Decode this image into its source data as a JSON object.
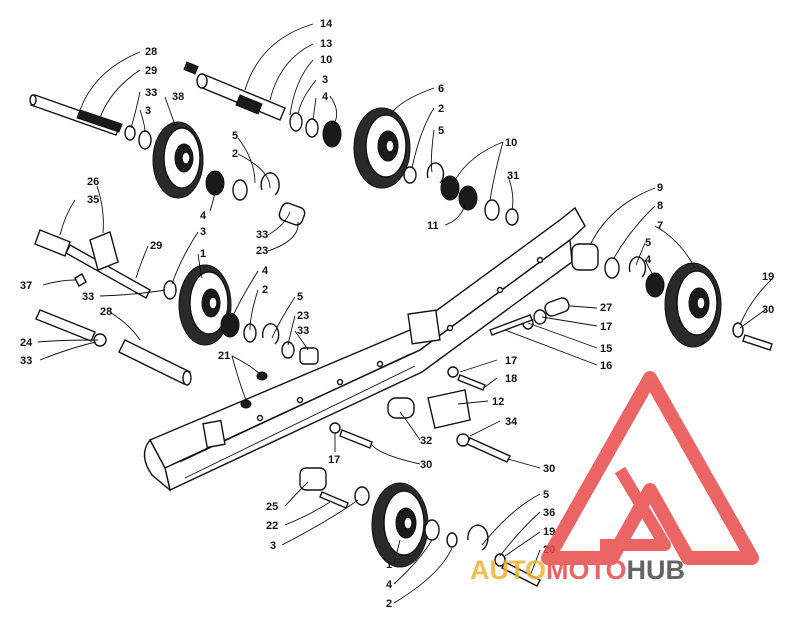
{
  "diagram": {
    "callouts": [
      {
        "id": "c28a",
        "label": "28"
      },
      {
        "id": "c29a",
        "label": "29"
      },
      {
        "id": "c33a",
        "label": "33"
      },
      {
        "id": "c3a",
        "label": "3"
      },
      {
        "id": "c38",
        "label": "38"
      },
      {
        "id": "c14",
        "label": "14"
      },
      {
        "id": "c13",
        "label": "13"
      },
      {
        "id": "c10a",
        "label": "10"
      },
      {
        "id": "c3b",
        "label": "3"
      },
      {
        "id": "c4a",
        "label": "4"
      },
      {
        "id": "c6",
        "label": "6"
      },
      {
        "id": "c2a",
        "label": "2"
      },
      {
        "id": "c5a",
        "label": "5"
      },
      {
        "id": "c10b",
        "label": "10"
      },
      {
        "id": "c5b",
        "label": "5"
      },
      {
        "id": "c2b",
        "label": "2"
      },
      {
        "id": "c4b",
        "label": "4"
      },
      {
        "id": "c31",
        "label": "31"
      },
      {
        "id": "c11",
        "label": "11"
      },
      {
        "id": "c9",
        "label": "9"
      },
      {
        "id": "c8",
        "label": "8"
      },
      {
        "id": "c7",
        "label": "7"
      },
      {
        "id": "c5c",
        "label": "5"
      },
      {
        "id": "c4c",
        "label": "4"
      },
      {
        "id": "c26",
        "label": "26"
      },
      {
        "id": "c35",
        "label": "35"
      },
      {
        "id": "c29b",
        "label": "29"
      },
      {
        "id": "c3c",
        "label": "3"
      },
      {
        "id": "c1a",
        "label": "1"
      },
      {
        "id": "c37",
        "label": "37"
      },
      {
        "id": "c33b",
        "label": "33"
      },
      {
        "id": "c33c",
        "label": "33"
      },
      {
        "id": "c23a",
        "label": "23"
      },
      {
        "id": "c4d",
        "label": "4"
      },
      {
        "id": "c2c",
        "label": "2"
      },
      {
        "id": "c5d",
        "label": "5"
      },
      {
        "id": "c23b",
        "label": "23"
      },
      {
        "id": "c33d",
        "label": "33"
      },
      {
        "id": "c24",
        "label": "24"
      },
      {
        "id": "c28b",
        "label": "28"
      },
      {
        "id": "c33e",
        "label": "33"
      },
      {
        "id": "c21",
        "label": "21"
      },
      {
        "id": "c27",
        "label": "27"
      },
      {
        "id": "c17a",
        "label": "17"
      },
      {
        "id": "c15",
        "label": "15"
      },
      {
        "id": "c16",
        "label": "16"
      },
      {
        "id": "c19a",
        "label": "19"
      },
      {
        "id": "c30a",
        "label": "30"
      },
      {
        "id": "c17b",
        "label": "17"
      },
      {
        "id": "c18",
        "label": "18"
      },
      {
        "id": "c12",
        "label": "12"
      },
      {
        "id": "c34",
        "label": "34"
      },
      {
        "id": "c32",
        "label": "32"
      },
      {
        "id": "c17c",
        "label": "17"
      },
      {
        "id": "c30b",
        "label": "30"
      },
      {
        "id": "c30c",
        "label": "30"
      },
      {
        "id": "c25",
        "label": "25"
      },
      {
        "id": "c22",
        "label": "22"
      },
      {
        "id": "c3d",
        "label": "3"
      },
      {
        "id": "c5e",
        "label": "5"
      },
      {
        "id": "c36",
        "label": "36"
      },
      {
        "id": "c19b",
        "label": "19"
      },
      {
        "id": "c20",
        "label": "20"
      },
      {
        "id": "c1b",
        "label": "1"
      },
      {
        "id": "c4e",
        "label": "4"
      },
      {
        "id": "c2d",
        "label": "2"
      }
    ]
  },
  "watermark": {
    "part1": "AUTO",
    "part2": "MOTO",
    "part3": "HUB",
    "colors": {
      "auto": "#f2b233",
      "moto": "#e84a4a",
      "hub": "#4a4a4a",
      "triangle": "#e94b4b"
    }
  }
}
